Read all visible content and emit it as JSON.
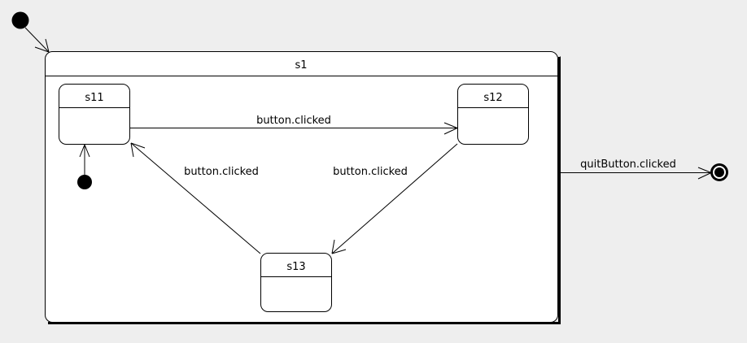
{
  "diagram": {
    "kind": "uml-state-machine",
    "background_color": "#eeeeee",
    "line_color": "#000000",
    "state_fill_color": "#ffffff",
    "composite_state": {
      "name": "s1",
      "label": "s1"
    },
    "substates": [
      {
        "id": "s11",
        "label": "s11"
      },
      {
        "id": "s12",
        "label": "s12"
      },
      {
        "id": "s13",
        "label": "s13"
      }
    ],
    "pseudostates": [
      {
        "id": "initial-outer",
        "type": "initial",
        "label": ""
      },
      {
        "id": "initial-inner",
        "type": "initial",
        "label": ""
      },
      {
        "id": "final",
        "type": "final",
        "label": ""
      }
    ],
    "transitions": [
      {
        "id": "t-init-s1",
        "from": "initial-outer",
        "to": "s1",
        "label": ""
      },
      {
        "id": "t-init-s11",
        "from": "initial-inner",
        "to": "s11",
        "label": ""
      },
      {
        "id": "t-s11-s12",
        "from": "s11",
        "to": "s12",
        "label": "button.clicked"
      },
      {
        "id": "t-s12-s13",
        "from": "s12",
        "to": "s13",
        "label": "button.clicked"
      },
      {
        "id": "t-s13-s11",
        "from": "s13",
        "to": "s11",
        "label": "button.clicked"
      },
      {
        "id": "t-s1-final",
        "from": "s1",
        "to": "final",
        "label": "quitButton.clicked"
      }
    ]
  }
}
